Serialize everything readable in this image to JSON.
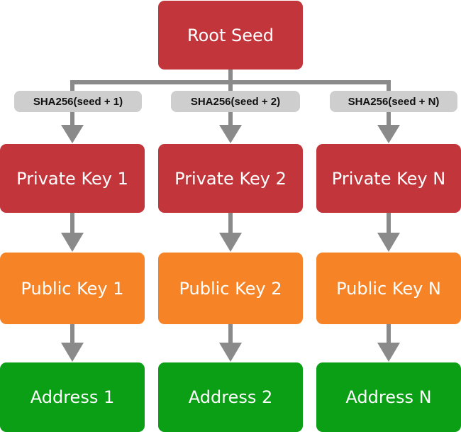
{
  "colors": {
    "seed_and_private": "#c2363b",
    "public": "#f68426",
    "address": "#0a9f15",
    "connector": "#8a8a8a",
    "hash_label_bg": "#cecece"
  },
  "root": {
    "label": "Root Seed"
  },
  "columns": [
    {
      "hash_label": "SHA256(seed + 1)",
      "private_key": "Private Key 1",
      "public_key": "Public Key 1",
      "address": "Address 1"
    },
    {
      "hash_label": "SHA256(seed + 2)",
      "private_key": "Private Key 2",
      "public_key": "Public Key 2",
      "address": "Address 2"
    },
    {
      "hash_label": "SHA256(seed + N)",
      "private_key": "Private Key N",
      "public_key": "Public Key N",
      "address": "Address N"
    }
  ]
}
